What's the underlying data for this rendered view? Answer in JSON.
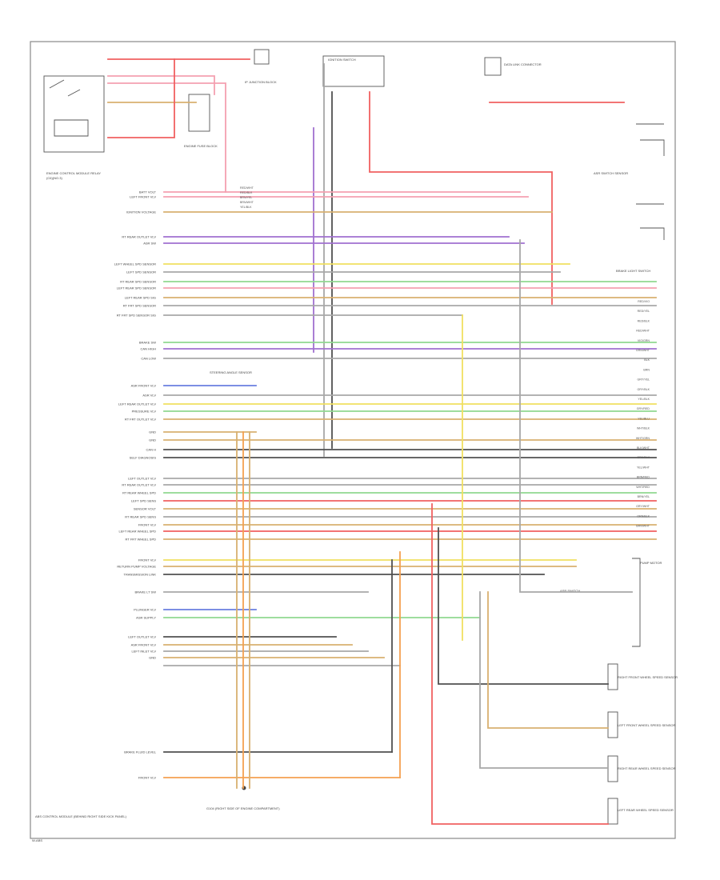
{
  "colors": {
    "red": "#f06060",
    "pink": "#f4a0b0",
    "violet": "#a070d0",
    "blue": "#6a7fe0",
    "gray": "#a8a8a8",
    "darkgray": "#505050",
    "green": "#90d890",
    "yellow": "#f0e060",
    "orange": "#f4a050",
    "tan": "#d8b070",
    "black": "#333333"
  },
  "components": {
    "ecm": "ENGINE CONTROL MODULE RELAY",
    "ecm_sub": "(C6)(NO.3)",
    "fuse_block": "ENGINE FUSE BLOCK",
    "ip_junction": "IP JUNCTION BLOCK",
    "ignition": "IGNITION SWITCH",
    "switch_block": "ASR SWITCH SENSOR",
    "data_link": "DATA LINK CONNECTOR",
    "abs_module": "ABS CONTROL MODULE (BEHIND RIGHT SIDE KICK PANEL)",
    "ground": "G104 (RIGHT SIDE OF ENGINE COMPARTMENT)",
    "right_front_sensor": "RIGHT FRONT WHEEL SPEED SENSOR",
    "left_front_sensor": "LEFT FRONT WHEEL SPEED SENSOR",
    "right_rear_sensor": "RIGHT REAR WHEEL SPEED SENSOR",
    "left_rear_sensor": "LEFT REAR WHEEL SPEED SENSOR",
    "brake_switch": "BRAKE LIGHT SWITCH",
    "asr_switch": "ASR SWITCH",
    "pump_motor": "PUMP MOTOR",
    "sensor_label": "STEERING ANGLE SENSOR",
    "footer": "W-ABS"
  },
  "left_labels": [
    "BATT VOLT",
    "LEFT FRONT VLV",
    "IGNITION VOLTAGE",
    "RT REAR OUTLET VLV",
    "ASR SW",
    "LEFT WHEEL SPD SENSOR",
    "LEFT SPD SENSOR",
    "RT REAR SPD SENSOR",
    "LEFT REAR SPD SENSOR",
    "LEFT REAR SPD SIG",
    "RT FRT SPD SENSOR",
    "RT FRT SPD SENSOR SIG",
    "BRAKE SW",
    "CAN HIGH",
    "CAN LOW",
    "ASR FRONT VLV",
    "ASR VLV",
    "LEFT REAR OUTLET VLV",
    "PRESSURE VLV",
    "RT FRT OUTLET VLV",
    "GND",
    "GND",
    "CAN H",
    "SELF DIAGNOSIS",
    "LEFT OUTLET VLV",
    "RT REAR OUTLET VLV",
    "RT REAR WHEEL SPD",
    "LEFT SPD SENS",
    "SENSOR VOLT",
    "RT REAR SPD SENS",
    "FRONT VLV",
    "LEFT REAR WHEEL SPD",
    "RT FRT WHEEL SPD",
    "FRONT VLV",
    "RETURN PUMP VOLTAGE",
    "TRANSMISSION LINK",
    "BRAKE LT SW",
    "PLUNGER VLV",
    "ASR SUPPLY",
    "LEFT OUTLET VLV",
    "ASR FRONT VLV",
    "LEFT INLET VLV",
    "GND",
    "BRAKE FLUID LEVEL",
    "FRONT VLV"
  ],
  "right_labels": [
    "RED/VIO",
    "RED/YEL",
    "RED/BLK",
    "RED/WHT",
    "VIO/GRN",
    "GRN/WHT",
    "BLK",
    "BRN",
    "GRY/YEL",
    "GRY/BLK",
    "YEL/BLK",
    "GRY/RED",
    "YEL/BLU",
    "WHT/BLK",
    "WHT/GRN",
    "BLK/WHT",
    "BRN/BLK",
    "YEL/WHT",
    "BRN/RED",
    "WHT/RED",
    "BRN/YEL",
    "GRY/WHT",
    "ORN/BLK",
    "BRN/WHT"
  ],
  "mid_labels": [
    "RED/WHT",
    "RED/BLK",
    "BRN/YEL",
    "BRN/WHT",
    "YEL/BLK"
  ]
}
